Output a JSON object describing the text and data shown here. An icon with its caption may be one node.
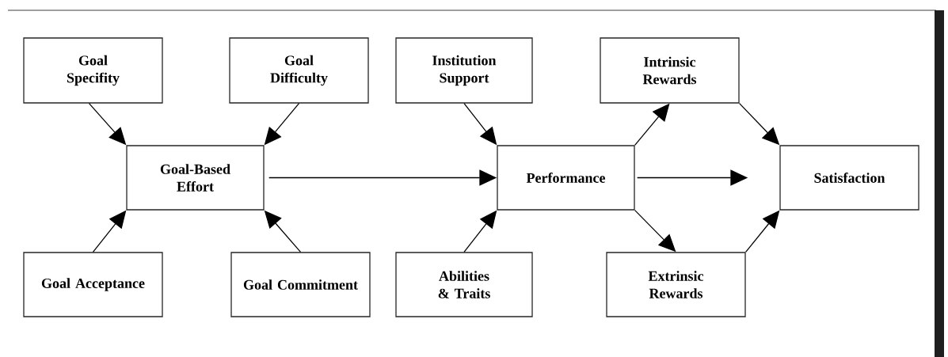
{
  "diagram": {
    "nodes": [
      {
        "text": [
          "Goal Specifity"
        ]
      },
      {
        "text": [
          "Goal Difficulty"
        ]
      },
      {
        "text": [
          "Institution Support"
        ]
      },
      {
        "text": [
          "Intrinsic Rewards"
        ]
      },
      {
        "text": [
          "Goal-Based Effort"
        ]
      },
      {
        "text": [
          "Performance"
        ]
      },
      {
        "text": [
          "Satisfaction"
        ]
      },
      {
        "text": [
          "Goal Acceptance"
        ]
      },
      {
        "text": [
          "Goal Commitment"
        ]
      },
      {
        "text": [
          "Abilities & Traits"
        ]
      },
      {
        "text": [
          "Extrinsic Rewards"
        ]
      }
    ],
    "edges": [
      {
        "from": 0,
        "to": 4,
        "arrow": "to"
      },
      {
        "from": 1,
        "to": 4,
        "arrow": "to"
      },
      {
        "from": 2,
        "to": 5,
        "arrow": "to"
      },
      {
        "from": 7,
        "to": 4,
        "arrow": "to"
      },
      {
        "from": 8,
        "to": 4,
        "arrow": "to"
      },
      {
        "from": 9,
        "to": 5,
        "arrow": "to"
      },
      {
        "from": 4,
        "to": 5,
        "arrow": "to"
      },
      {
        "from": 5,
        "to": 3,
        "arrow": "to"
      },
      {
        "from": 5,
        "to": 10,
        "arrow": "to"
      },
      {
        "from": 5,
        "to": 6,
        "arrow": "to"
      },
      {
        "from": 3,
        "to": 6,
        "arrow": "to"
      },
      {
        "from": 10,
        "to": 6,
        "arrow": "to"
      }
    ]
  }
}
